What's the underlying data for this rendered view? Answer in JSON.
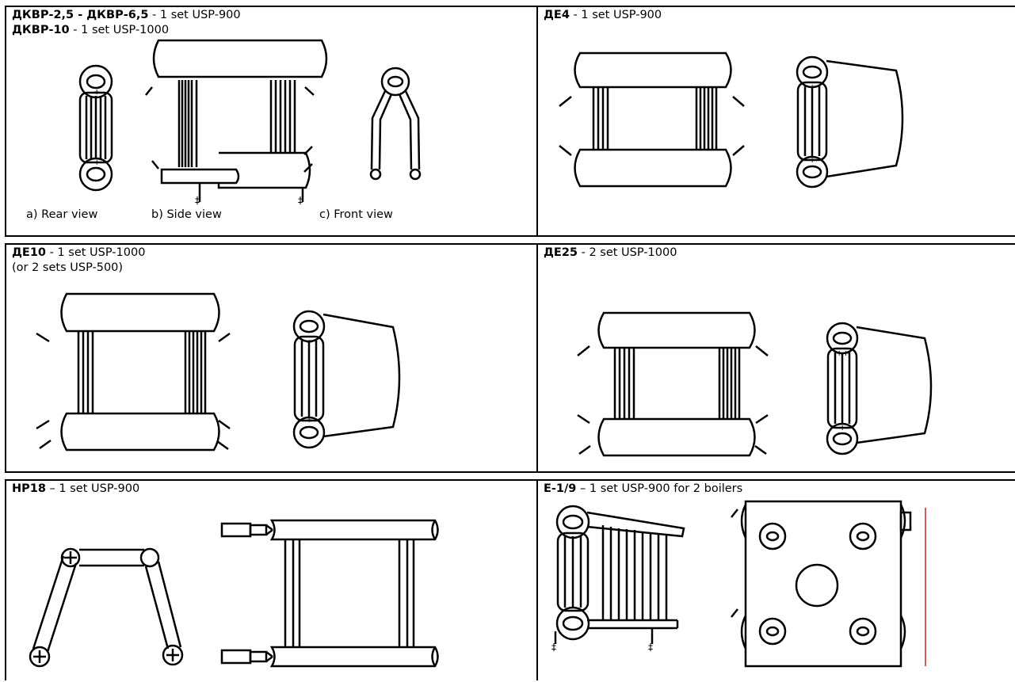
{
  "panels": [
    {
      "id": "dkvr",
      "lines": [
        {
          "bold": "ДКВР-2,5 - ДКВР-6,5",
          "text": " - 1 set USP-900"
        },
        {
          "bold": "ДКВР-10",
          "text": " - 1 set USP-1000"
        }
      ],
      "captions": [
        "a) Rear view",
        "b) Side view",
        "c) Front view"
      ]
    },
    {
      "id": "de4",
      "lines": [
        {
          "bold": "ДЕ4",
          "text": " - 1 set USP-900"
        }
      ]
    },
    {
      "id": "de10",
      "lines": [
        {
          "bold": "ДЕ10",
          "text": " - 1 set USP-1000"
        },
        {
          "bold": "",
          "text": "(or 2 sets USP-500)"
        }
      ]
    },
    {
      "id": "de25",
      "lines": [
        {
          "bold": "ДЕ25",
          "text": " - 2 set USP-1000"
        }
      ]
    },
    {
      "id": "hp18",
      "lines": [
        {
          "bold": "НР18",
          "text": " – 1 set USP-900"
        }
      ]
    },
    {
      "id": "e19",
      "lines": [
        {
          "bold": "Е-1/9",
          "text": " – 1 set USP-900 for 2 boilers"
        }
      ]
    }
  ]
}
